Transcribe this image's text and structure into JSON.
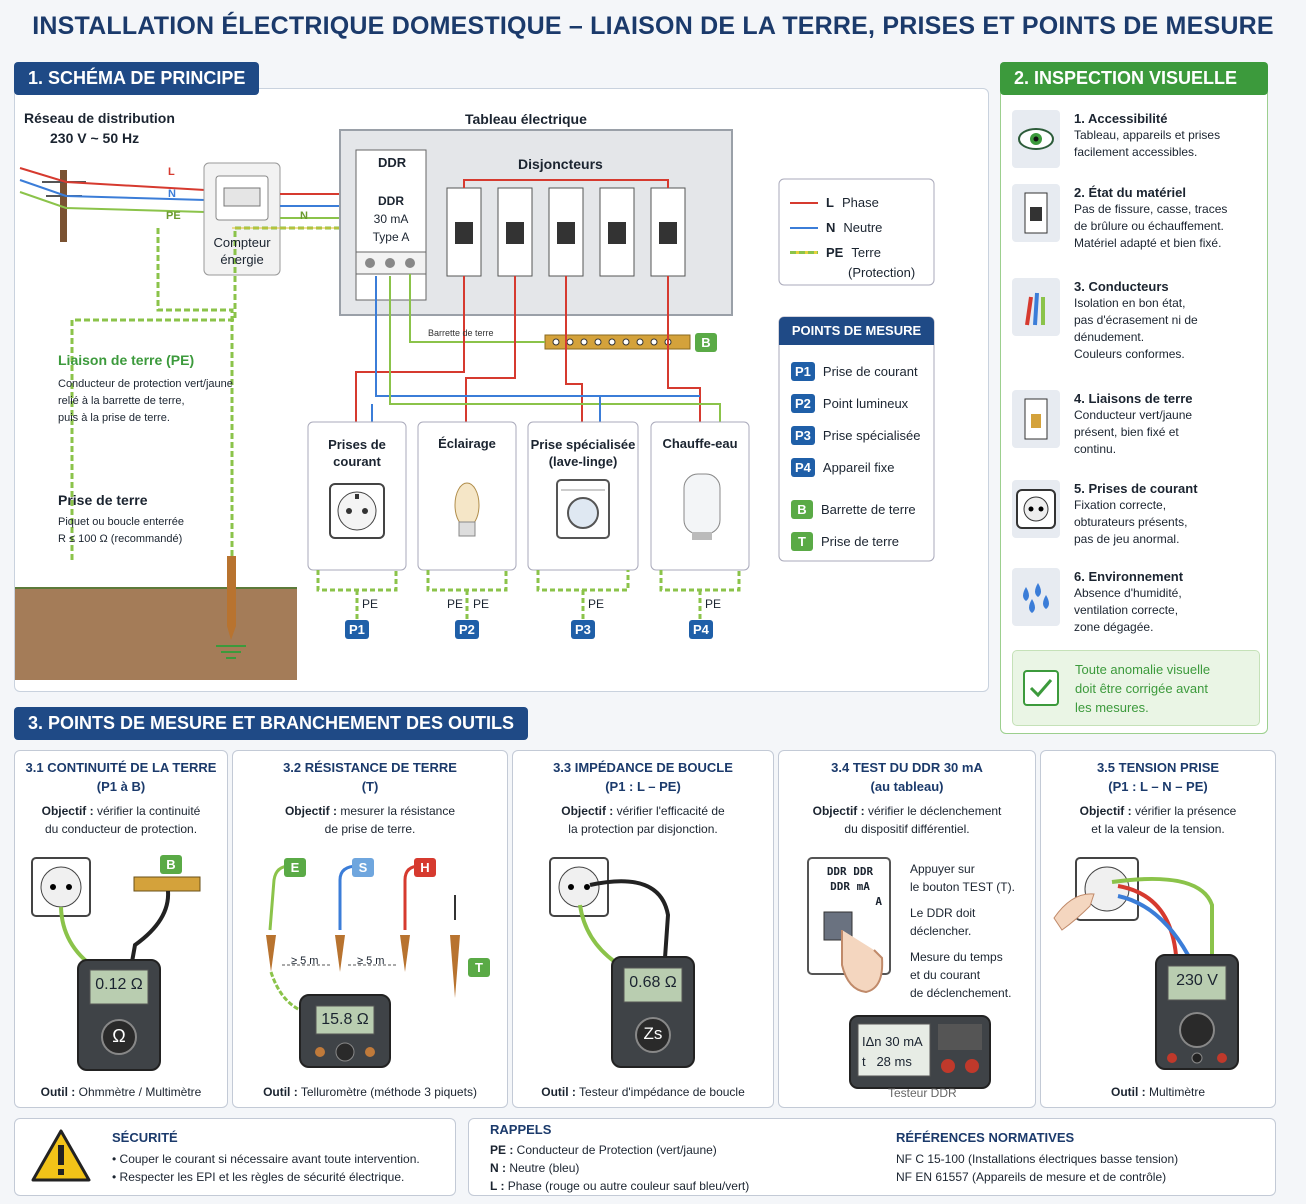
{
  "title": "INSTALLATION ÉLECTRIQUE DOMESTIQUE – LIAISON DE LA TERRE, PRISES ET POINTS DE MESURE",
  "section1": {
    "tab": "1. SCHÉMA DE PRINCIPE",
    "network_title": "Réseau de distribution",
    "network_voltage": "230 V ~ 50 Hz",
    "wire_L": "L",
    "wire_N": "N",
    "wire_PE": "PE",
    "wire_N2": "N",
    "meter_label_1": "Compteur",
    "meter_label_2": "énergie",
    "board_title": "Tableau électrique",
    "ddr_top": "DDR",
    "ddr_line1": "DDR",
    "ddr_line2": "30 mA",
    "ddr_line3": "Type A",
    "breakers_title": "Disjoncteurs",
    "bar_text": "Barrette de terre",
    "bar_badge": "B",
    "earth_link_title": "Liaison de terre (PE)",
    "earth_link_desc": [
      "Conducteur de protection vert/jaune",
      "relié à la barrette de terre,",
      "puis à la prise de terre."
    ],
    "ground_title": "Prise de terre",
    "ground_desc": [
      "Piquet ou boucle enterrée",
      "R ≤ 100 Ω (recommandé)"
    ],
    "circuits": [
      {
        "title": [
          "Prises de",
          "courant"
        ],
        "pe": "PE",
        "badge": "P1"
      },
      {
        "title": [
          "Éclairage"
        ],
        "pe": "PE   PE",
        "badge": "P2"
      },
      {
        "title": [
          "Prise spécialisée",
          "(lave-linge)"
        ],
        "pe": "PE",
        "badge": "P3"
      },
      {
        "title": [
          "Chauffe-eau"
        ],
        "pe": "PE",
        "badge": "P4"
      }
    ],
    "legend": [
      {
        "code": "L",
        "text": "Phase",
        "color": "#d63a2f"
      },
      {
        "code": "N",
        "text": "Neutre",
        "color": "#3b7dd8"
      },
      {
        "code": "PE",
        "text": "Terre",
        "text2": "(Protection)",
        "color": "#8bc34a"
      }
    ],
    "points_title": "POINTS DE MESURE",
    "points": [
      {
        "badge": "P1",
        "text": "Prise de courant"
      },
      {
        "badge": "P2",
        "text": "Point lumineux"
      },
      {
        "badge": "P3",
        "text": "Prise spécialisée"
      },
      {
        "badge": "P4",
        "text": "Appareil fixe"
      },
      {
        "badge": "B",
        "text": "Barrette de terre"
      },
      {
        "badge": "T",
        "text": "Prise de terre"
      }
    ]
  },
  "section2": {
    "tab": "2. INSPECTION VISUELLE",
    "items": [
      {
        "icon": "eye-icon",
        "title": "1. Accessibilité",
        "lines": [
          "Tableau, appareils et prises",
          "facilement accessibles."
        ]
      },
      {
        "icon": "breaker-icon",
        "title": "2. État du matériel",
        "lines": [
          "Pas de fissure, casse, traces",
          "de brûlure ou échauffement.",
          "Matériel adapté et bien fixé."
        ]
      },
      {
        "icon": "wires-icon",
        "title": "3. Conducteurs",
        "lines": [
          "Isolation en bon état,",
          "pas d'écrasement ni de",
          "dénudement.",
          "Couleurs conformes."
        ]
      },
      {
        "icon": "earth-terminal-icon",
        "title": "4. Liaisons de terre",
        "lines": [
          "Conducteur vert/jaune",
          "présent, bien fixé et",
          "continu."
        ]
      },
      {
        "icon": "socket-icon",
        "title": "5. Prises de courant",
        "lines": [
          "Fixation correcte,",
          "obturateurs présents,",
          "pas de jeu anormal."
        ]
      },
      {
        "icon": "water-drops-icon",
        "title": "6. Environnement",
        "lines": [
          "Absence d'humidité,",
          "ventilation correcte,",
          "zone dégagée."
        ]
      }
    ],
    "note": [
      "Toute anomalie visuelle",
      "doit être corrigée avant",
      "les mesures."
    ]
  },
  "section3": {
    "tab": "3. POINTS DE MESURE ET BRANCHEMENT DES OUTILS",
    "cards": [
      {
        "title": [
          "3.1 CONTINUITÉ DE LA TERRE",
          "(P1 à B)"
        ],
        "obj": [
          "Objectif :",
          " vérifier la continuité",
          "du conducteur de protection."
        ],
        "reading": "0.12 Ω",
        "tool_label": "Outil :",
        "tool": " Ohmmètre / Multimètre",
        "badge": "B"
      },
      {
        "title": [
          "3.2 RÉSISTANCE DE TERRE",
          "(T)"
        ],
        "obj": [
          "Objectif :",
          " mesurer la résistance",
          "de prise de terre."
        ],
        "reading": "15.8 Ω",
        "tool_label": "Outil :",
        "tool": " Telluromètre (méthode 3 piquets)",
        "stakes": [
          "E",
          "S",
          "H",
          "T"
        ],
        "dist": "≥ 5 m"
      },
      {
        "title": [
          "3.3 IMPÉDANCE DE BOUCLE",
          "(P1 : L – PE)"
        ],
        "obj": [
          "Objectif :",
          " vérifier l'efficacité de",
          "la protection par disjonction."
        ],
        "reading": "0.68 Ω",
        "tool_label": "Outil :",
        "tool": " Testeur d'impédance de boucle"
      },
      {
        "title": [
          "3.4 TEST DU DDR 30 mA",
          "(au tableau)"
        ],
        "obj": [
          "Objectif :",
          " vérifier le déclenchement",
          "du dispositif différentiel."
        ],
        "steps": [
          "Appuyer sur",
          "le bouton TEST (T).",
          "Le DDR doit",
          "déclencher.",
          "Mesure du temps",
          "et du courant",
          "de déclenchement."
        ],
        "ddr_text": [
          "DDR DDR",
          "DDR mA",
          "A"
        ],
        "screen1": "IΔn 30 mA",
        "screen2": "t   28 ms",
        "tool": "Testeur DDR"
      },
      {
        "title": [
          "3.5 TENSION PRISE",
          "(P1 : L – N – PE)"
        ],
        "obj": [
          "Objectif :",
          " vérifier la présence",
          "et la valeur de la tension."
        ],
        "reading": "230 V",
        "tool_label": "Outil :",
        "tool": " Multimètre"
      }
    ]
  },
  "footer": {
    "security_title": "SÉCURITÉ",
    "security_lines": [
      "• Couper le courant si nécessaire avant toute intervention.",
      "• Respecter les EPI et les règles de sécurité électrique."
    ],
    "rappels_title": "RAPPELS",
    "rappels": [
      {
        "k": "PE :",
        "v": " Conducteur de Protection (vert/jaune)"
      },
      {
        "k": "N :",
        "v": " Neutre (bleu)"
      },
      {
        "k": "L :",
        "v": " Phase (rouge ou autre couleur sauf bleu/vert)"
      }
    ],
    "refs_title": "RÉFÉRENCES NORMATIVES",
    "refs": [
      "NF C 15-100 (Installations électriques basse tension)",
      "NF EN 61557 (Appareils de mesure et de contrôle)"
    ]
  },
  "colors": {
    "phase": "#d63a2f",
    "neutral": "#3b7dd8",
    "earth": "#8bc34a",
    "navy": "#1b3a6b",
    "green": "#3c9a3c"
  }
}
